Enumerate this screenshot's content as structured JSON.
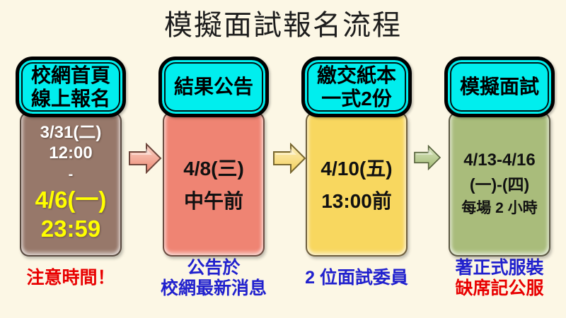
{
  "background": "#FCF7E5",
  "title": "模擬面試報名流程",
  "header_color": "#00EEEE",
  "steps": [
    {
      "header_lines": [
        "校網首頁",
        "線上報名"
      ],
      "body_color": "#97786A",
      "body": {
        "start_date": "3/31(二)",
        "start_time": "12:00",
        "separator": "-",
        "end_date": "4/6(一)",
        "end_time": "23:59",
        "normal_text_color": "#FFFFFF",
        "highlight_text_color": "#FFFF00"
      },
      "caption": {
        "line1": "注意時間！",
        "line1_color": "#E80000"
      }
    },
    {
      "header_lines": [
        "結果公告"
      ],
      "body_color": "#EF8473",
      "body": {
        "line1": "4/8(三)",
        "line2": "中午前"
      },
      "caption": {
        "line1": "公告於",
        "line1_color": "#2121CE",
        "line2": "校網最新消息",
        "line2_color": "#2121CE"
      }
    },
    {
      "header_lines": [
        "繳交紙本",
        "一式2份"
      ],
      "body_color": "#F8D75F",
      "body": {
        "line1": "4/10(五)",
        "line2": "13:00前"
      },
      "caption": {
        "line1": "2 位面試委員",
        "line1_color": "#2121CE"
      }
    },
    {
      "header_lines": [
        "模擬面試"
      ],
      "body_color": "#A9BC7B",
      "body": {
        "line1": "4/13-4/16",
        "line2": "(一)-(四)",
        "line3": "每場 2 小時"
      },
      "caption": {
        "line1": "著正式服裝",
        "line1_color": "#2121CE",
        "line2": "缺席記公服",
        "line2_color": "#E80000"
      }
    }
  ],
  "arrows": [
    {
      "name": "arrow-1",
      "light": "#FBD9CB",
      "dark": "#EC8570",
      "stroke": "#6E463C"
    },
    {
      "name": "arrow-2",
      "light": "#FDF0C0",
      "dark": "#F4D05B",
      "stroke": "#77662F"
    },
    {
      "name": "arrow-3",
      "light": "#DDE8C4",
      "dark": "#9FB870",
      "stroke": "#56623C"
    }
  ]
}
